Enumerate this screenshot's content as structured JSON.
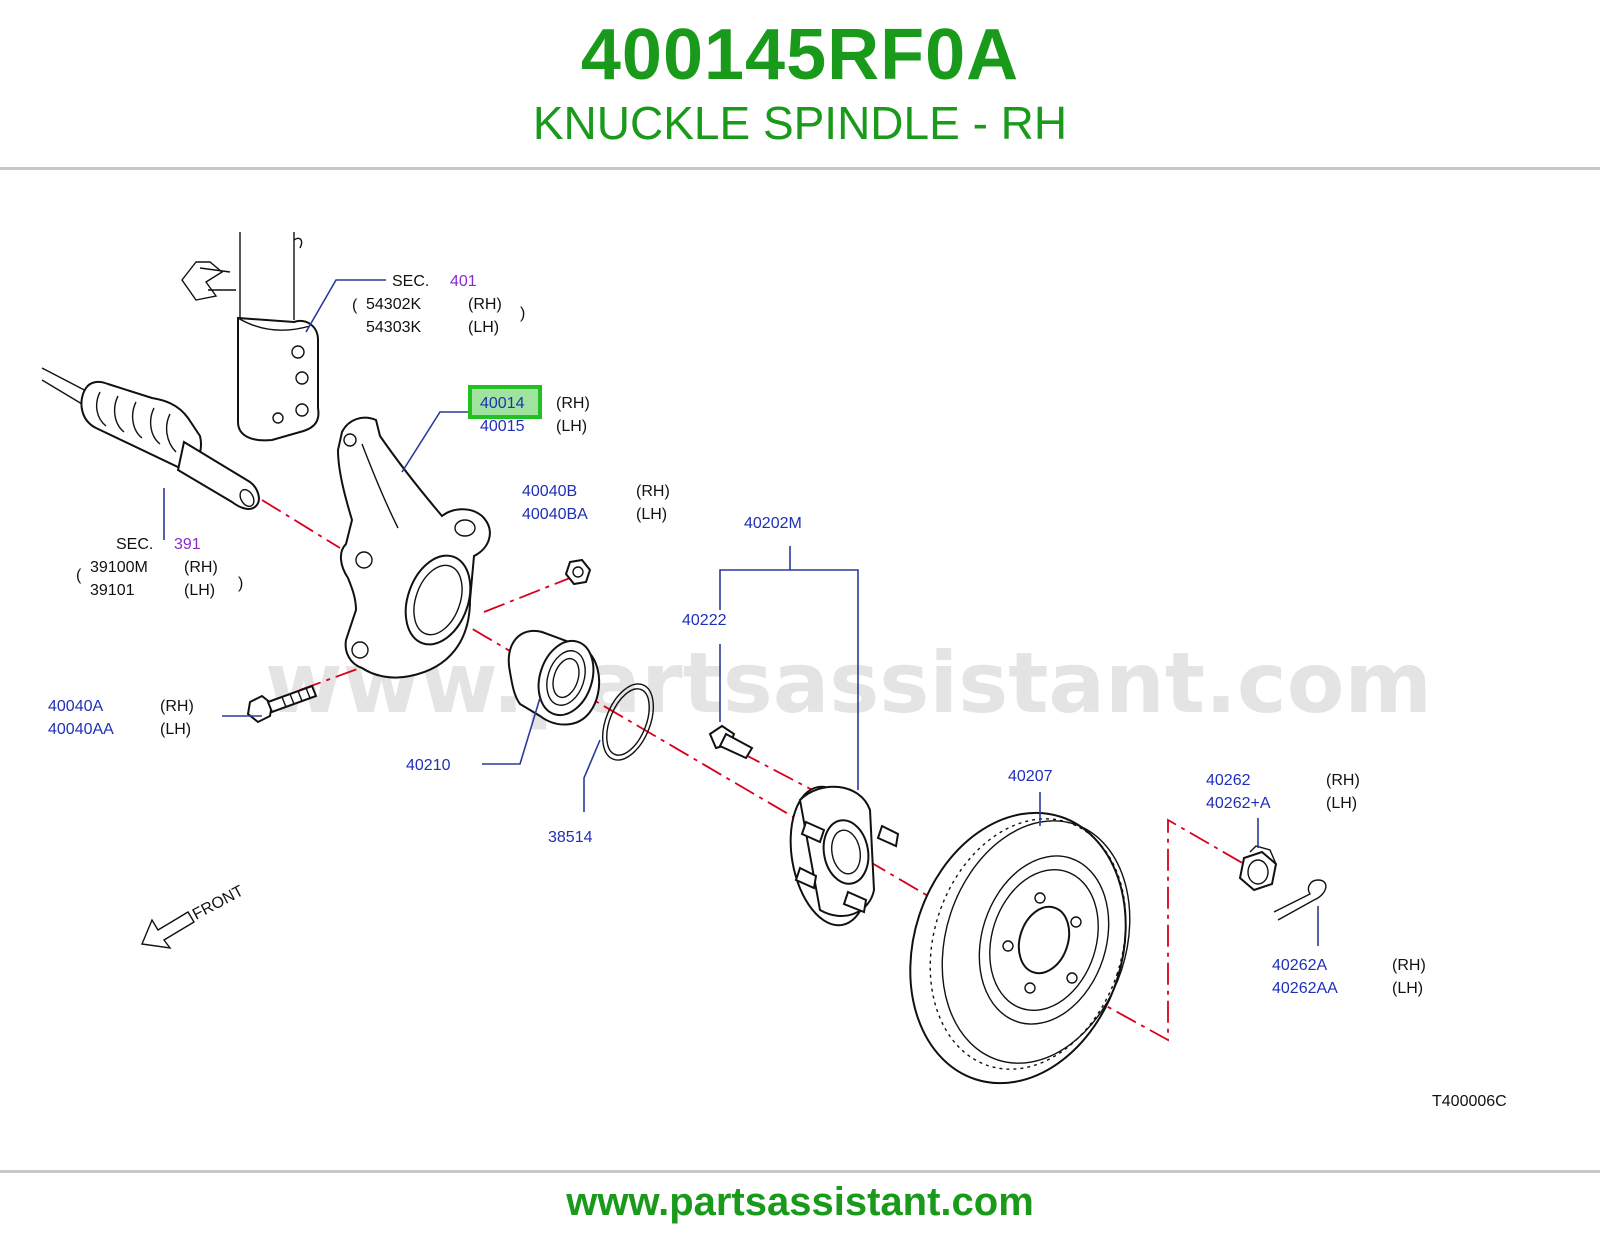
{
  "header": {
    "part_number": "400145RF0A",
    "part_name": "KNUCKLE SPINDLE - RH"
  },
  "diagram": {
    "watermark": "www.partsassistant.com",
    "diagram_code": "T400006C",
    "front_label": "FRONT",
    "labels": {
      "sec401_prefix": "SEC.",
      "sec401_num": "401",
      "p54302k": "54302K",
      "p54302k_side": "(RH)",
      "p54303k": "54303K",
      "p54303k_side": "(LH)",
      "p40014": "40014",
      "p40014_side": "(RH)",
      "p40015": "40015",
      "p40015_side": "(LH)",
      "sec391_prefix": "SEC.",
      "sec391_num": "391",
      "p39100m": "39100M",
      "p39100m_side": "(RH)",
      "p39101": "39101",
      "p39101_side": "(LH)",
      "p40040b": "40040B",
      "p40040b_side": "(RH)",
      "p40040ba": "40040BA",
      "p40040ba_side": "(LH)",
      "p40202m": "40202M",
      "p40222": "40222",
      "p40040a": "40040A",
      "p40040a_side": "(RH)",
      "p40040aa": "40040AA",
      "p40040aa_side": "(LH)",
      "p40210": "40210",
      "p38514": "38514",
      "p40207": "40207",
      "p40262": "40262",
      "p40262_side": "(RH)",
      "p40262a_plus": "40262+A",
      "p40262a_plus_side": "(LH)",
      "p40262a": "40262A",
      "p40262a_side": "(RH)",
      "p40262aa": "40262AA",
      "p40262aa_side": "(LH)"
    }
  },
  "colors": {
    "brand_green": "#1a9a1a",
    "label_blue": "#1f2fb8",
    "section_purple": "#8a2bd0",
    "axis_red": "#d8001c",
    "highlight_green": "#22c022"
  },
  "footer": {
    "url": "www.partsassistant.com"
  }
}
